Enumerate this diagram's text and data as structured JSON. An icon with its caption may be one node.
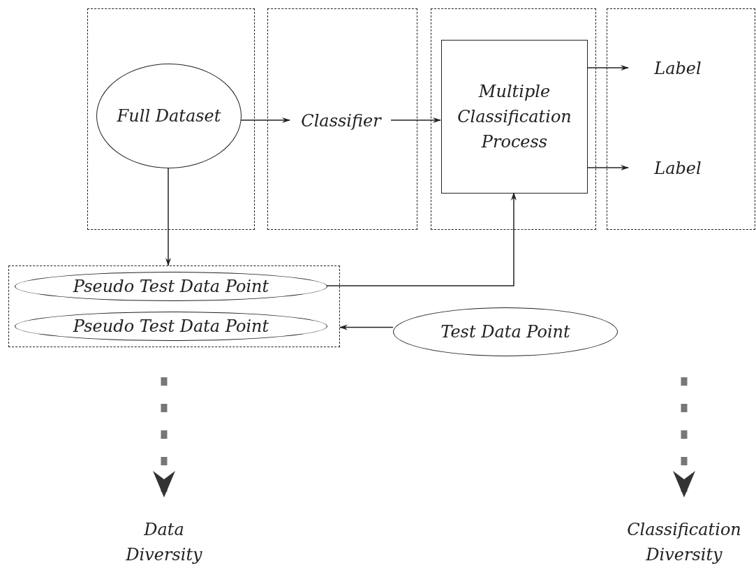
{
  "diagram": {
    "nodes": [
      {
        "text": [],
        "shape": "box"
      },
      {
        "text": [
          "Full Dataset"
        ],
        "in": 0
      },
      {
        "text": [],
        "shape": "box"
      },
      {
        "text": [
          "Classifier"
        ],
        "in": 2
      },
      {
        "text": [],
        "shape": "box"
      },
      {
        "text": [
          "Multiple Classification Process"
        ],
        "in": 4
      },
      {
        "text": [],
        "shape": "box"
      },
      {
        "text": [
          "Label"
        ],
        "in": 6
      },
      {
        "text": [
          "Label"
        ],
        "in": 6
      },
      {
        "text": [],
        "shape": "box"
      },
      {
        "text": [
          "Pseudo Test Data Point"
        ],
        "in": 9
      },
      {
        "text": [
          "Pseudo Test Data Point"
        ],
        "in": 9
      },
      {
        "text": [
          "Test Data Point"
        ]
      },
      {
        "text": [
          "Data Diversity"
        ]
      },
      {
        "text": [
          "Classification Diversity"
        ]
      }
    ],
    "edges": [
      {
        "from": 1,
        "to": 3,
        "arrow": "to"
      },
      {
        "from": 3,
        "to": 5,
        "arrow": "to"
      },
      {
        "from": 5,
        "to": 7,
        "arrow": "to"
      },
      {
        "from": 5,
        "to": 8,
        "arrow": "to"
      },
      {
        "from": 1,
        "to": 9,
        "arrow": "to"
      },
      {
        "from": 10,
        "to": 5,
        "arrow": "to"
      },
      {
        "from": 12,
        "to": 9,
        "arrow": "to"
      },
      {
        "from": null,
        "to": 13,
        "arrow": "to",
        "style": "dashed"
      },
      {
        "from": null,
        "to": 14,
        "arrow": "to",
        "style": "dashed"
      }
    ]
  }
}
